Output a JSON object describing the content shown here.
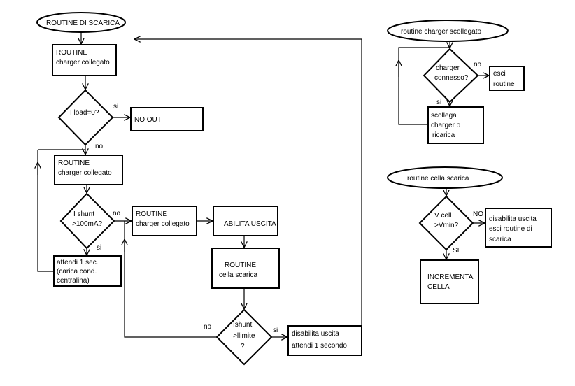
{
  "main": {
    "title": "ROUTINE DI SCARICA",
    "box1": [
      "ROUTINE",
      "charger collegato"
    ],
    "dec1": "I load=0?",
    "dec1_yes": "si",
    "nooutbox": "NO OUT",
    "dec1_no": "no",
    "box2": [
      "ROUTINE",
      "charger collegato"
    ],
    "dec2": [
      "I shunt",
      ">100mA?"
    ],
    "dec2_no": "no",
    "dec2_yes": "si",
    "waitbox": [
      "attendi 1 sec.",
      "(carica cond.",
      "centralina)"
    ],
    "box3": [
      "ROUTINE",
      "charger collegato"
    ],
    "enablebox": "ABILITA USCITA",
    "cellbox": [
      "ROUTINE",
      "cella scarica"
    ],
    "dec3": [
      "Ishunt",
      ">llimite",
      "?"
    ],
    "dec3_no": "no",
    "dec3_yes": "si",
    "disablebox": [
      "disabilita uscita",
      "attendi 1 secondo"
    ]
  },
  "charger": {
    "title": "routine charger scollegato",
    "dec": [
      "charger",
      "connesso?"
    ],
    "dec_no": "no",
    "dec_si": "si",
    "exitbox": [
      "esci",
      "routine"
    ],
    "disconnectbox": [
      "scollega",
      "charger  o",
      "ricarica"
    ]
  },
  "cell": {
    "title": "routine cella scarica",
    "dec": [
      "V cell",
      ">Vmin?"
    ],
    "dec_no": "NO",
    "dec_si": "SI",
    "disablebox": [
      "disabilita uscita",
      "esci routine di",
      "scarica"
    ],
    "incbox": [
      "INCREMENTA",
      "CELLA"
    ]
  }
}
